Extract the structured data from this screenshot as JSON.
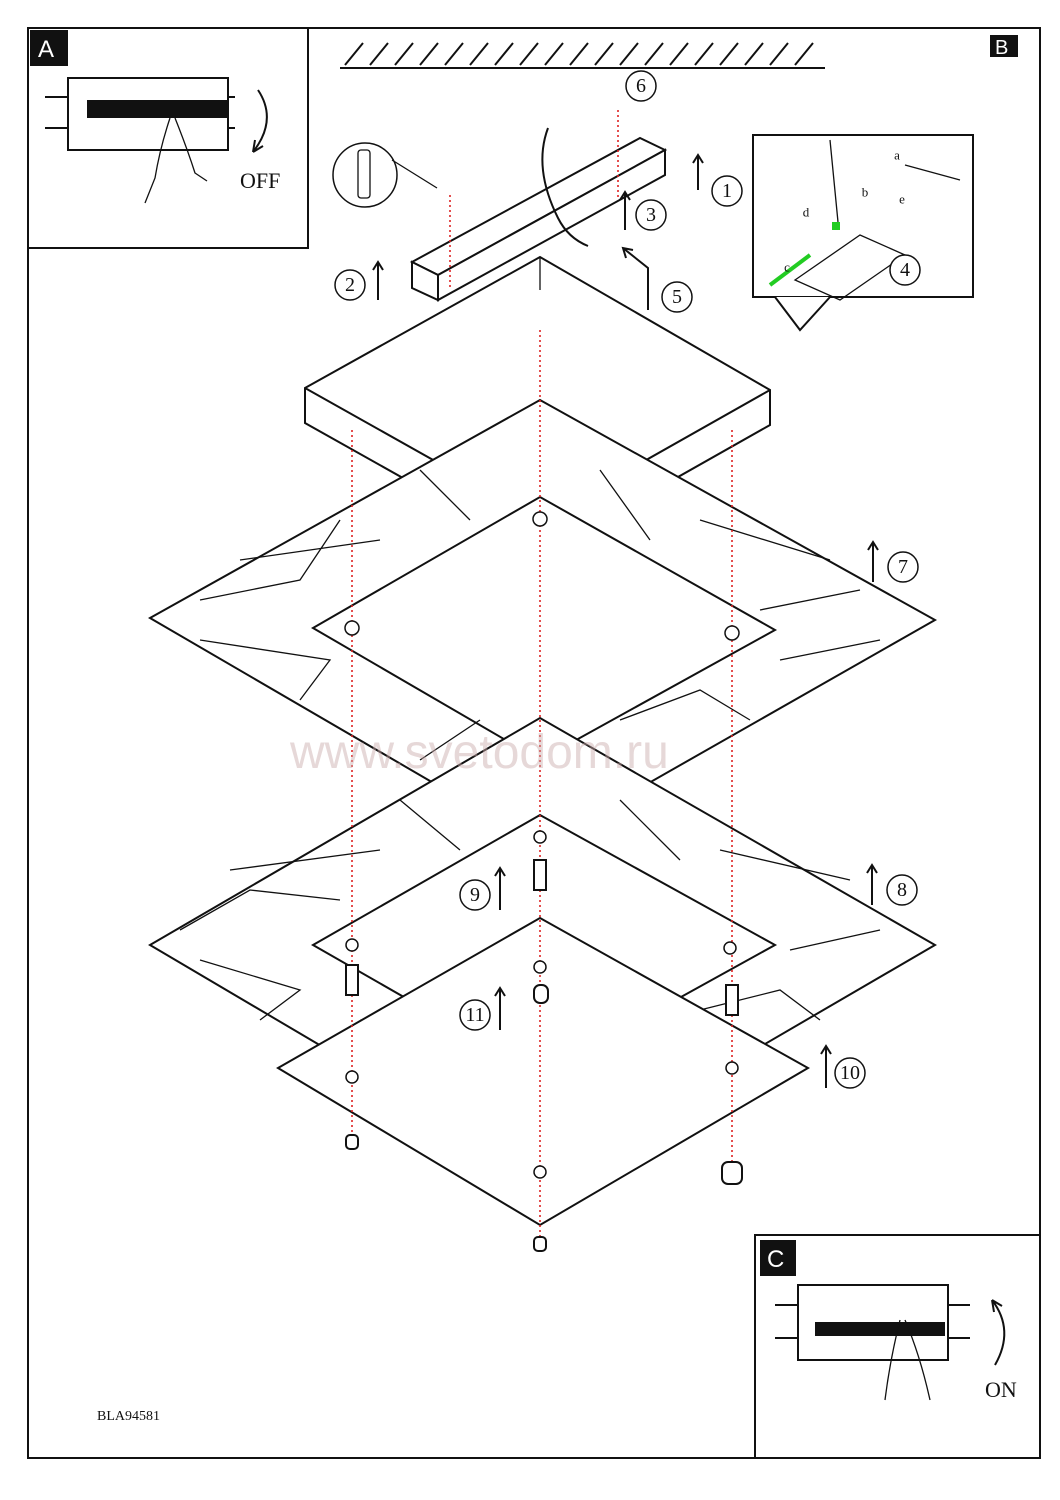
{
  "panels": {
    "a": {
      "label": "A",
      "text": "OFF"
    },
    "b": {
      "label": "B"
    },
    "c": {
      "label": "C",
      "text": "ON"
    }
  },
  "steps": [
    "1",
    "2",
    "3",
    "4",
    "5",
    "6",
    "7",
    "8",
    "9",
    "10",
    "11"
  ],
  "wiring_labels": [
    "a",
    "b",
    "c",
    "d",
    "e"
  ],
  "watermark": "www.svetodom.ru",
  "model_code": "BLA94581",
  "colors": {
    "dotted_line": "#dd2222",
    "wire_highlight": "#22cc22"
  }
}
